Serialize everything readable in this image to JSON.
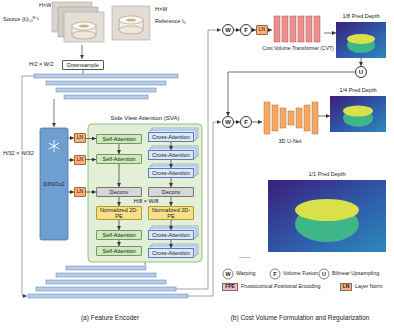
{
  "diagram": {
    "nodes": [
      {
        "text": [
          "Downsample"
        ]
      },
      {
        "text": [
          "Side View Attention (SVA)"
        ]
      },
      {
        "text": [
          "DINOv2"
        ]
      },
      {
        "text": [
          "LN"
        ]
      },
      {
        "text": [
          "LN"
        ]
      },
      {
        "text": [
          "LN"
        ]
      },
      {
        "text": [
          "Self-Attention"
        ],
        "in": 1
      },
      {
        "text": [
          "Self-Attention"
        ],
        "in": 1
      },
      {
        "text": [
          "Deconv"
        ],
        "in": 1
      },
      {
        "text": [
          "Normalized 2D-PE"
        ],
        "in": 1
      },
      {
        "text": [
          "Self-Attention"
        ],
        "in": 1
      },
      {
        "text": [
          "Self-Attention"
        ],
        "in": 1
      },
      {
        "text": [
          "Cross-Attention"
        ],
        "in": 1
      },
      {
        "text": [
          "Cross-Attention"
        ],
        "in": 1
      },
      {
        "text": [
          "Cross-Attention"
        ],
        "in": 1
      },
      {
        "text": [
          "Deconv"
        ],
        "in": 1
      },
      {
        "text": [
          "Normalized 2D-PE"
        ],
        "in": 1
      },
      {
        "text": [
          "Cross-Attention"
        ],
        "in": 1
      },
      {
        "text": [
          "Cross-Attention"
        ],
        "in": 1
      },
      {
        "text": [
          "W"
        ]
      },
      {
        "text": [
          "F"
        ]
      },
      {
        "text": [
          "LN"
        ]
      },
      {
        "text": [
          "Cost Volume Transformer (CVT)"
        ]
      },
      {
        "text": [
          "1/8 Pred Depth"
        ]
      },
      {
        "text": [
          "U"
        ]
      },
      {
        "text": [
          "W"
        ]
      },
      {
        "text": [
          "F"
        ]
      },
      {
        "text": [
          "3D U-Net"
        ]
      },
      {
        "text": [
          "1/4 Pred Depth"
        ]
      },
      {
        "text": [
          "1/1 Pred Depth"
        ]
      }
    ],
    "edges": [
      {
        "from": 2,
        "to": 3,
        "arrow": "to"
      },
      {
        "from": 2,
        "to": 4,
        "arrow": "to"
      },
      {
        "from": 2,
        "to": 5,
        "arrow": "to"
      },
      {
        "from": 3,
        "to": 6,
        "arrow": "to"
      },
      {
        "from": 4,
        "to": 7,
        "arrow": "to"
      },
      {
        "from": 5,
        "to": 8,
        "arrow": "to"
      },
      {
        "from": 6,
        "to": 7,
        "arrow": "to"
      },
      {
        "from": 7,
        "to": 8,
        "arrow": "to"
      },
      {
        "from": 8,
        "to": 9,
        "arrow": "to"
      },
      {
        "from": 9,
        "to": 10,
        "arrow": "to"
      },
      {
        "from": 10,
        "to": 11,
        "arrow": "to"
      },
      {
        "from": 12,
        "to": 13,
        "arrow": "to"
      },
      {
        "from": 13,
        "to": 14,
        "arrow": "to"
      },
      {
        "from": 14,
        "to": 15,
        "arrow": "to"
      },
      {
        "from": 15,
        "to": 16,
        "arrow": "to"
      },
      {
        "from": 16,
        "to": 17,
        "arrow": "to"
      },
      {
        "from": 17,
        "to": 18,
        "arrow": "to"
      },
      {
        "from": 19,
        "to": 20,
        "arrow": "to"
      },
      {
        "from": 20,
        "to": 21,
        "arrow": "to"
      },
      {
        "from": 21,
        "to": 22,
        "arrow": "to"
      },
      {
        "from": 22,
        "to": 23,
        "arrow": "to"
      },
      {
        "from": 23,
        "to": 24,
        "arrow": "to"
      },
      {
        "from": 24,
        "to": 25,
        "arrow": "to"
      },
      {
        "from": 25,
        "to": 26,
        "arrow": "to"
      },
      {
        "from": 26,
        "to": 27,
        "arrow": "to"
      },
      {
        "from": 27,
        "to": 28,
        "arrow": "to"
      }
    ],
    "labels": [
      "H×W",
      "Source {Iᵢ}ᵢ₌₁ᴺ⁻¹",
      "H×W",
      "Reference I₀",
      "H/2 × W/2",
      "H/32 × W/32",
      "H/8 × W/8",
      "......",
      "(a) Feature Encoder",
      "(b) Cost Volume Formulation and Regularization",
      "W",
      "F",
      "U",
      "FPE",
      "LN"
    ],
    "legend": [
      {
        "text": "Warping"
      },
      {
        "text": "Volume Fusion"
      },
      {
        "text": "Bilinear Upsampling"
      },
      {
        "text": "Frustoconical Positional Encoding",
        "color": "#f4b8c8"
      },
      {
        "text": "Layer Norm",
        "color": "#f5b27c"
      }
    ]
  }
}
